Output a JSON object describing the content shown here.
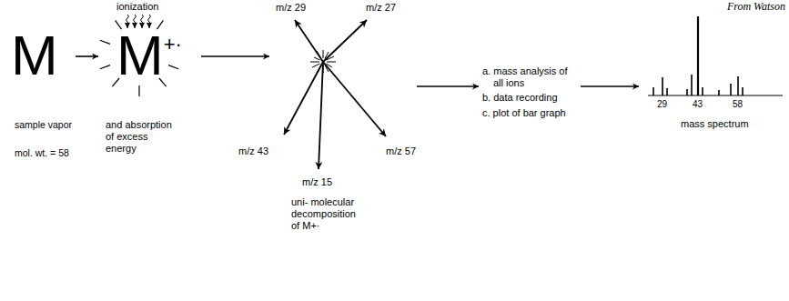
{
  "diagram": {
    "nodes": [
      {
        "text": [
          "M",
          "sample vapor",
          "mol. wt. = 58"
        ]
      },
      {
        "text": [
          "M",
          "+·",
          "and absorption of excess energy"
        ]
      },
      {
        "text": [
          "uni- molecular decomposition of M+·"
        ]
      },
      {
        "text": [
          "a. mass analysis of all ions",
          "b. data recording",
          "c. plot of bar graph"
        ]
      },
      {
        "text": [
          "mass spectrum"
        ]
      }
    ],
    "edges": [
      {
        "from": 0,
        "to": 1,
        "arrow": "to"
      },
      {
        "from": 1,
        "to": 2,
        "arrow": "to"
      },
      {
        "from": 2,
        "to": 3,
        "arrow": "to"
      },
      {
        "from": 3,
        "to": 4,
        "arrow": "to"
      }
    ],
    "labels": [
      "From Watson",
      "ionization",
      "m/z 29",
      "m/z 27",
      "m/z 43",
      "m/z 15",
      "m/z 57",
      "29",
      "43",
      "58"
    ]
  }
}
